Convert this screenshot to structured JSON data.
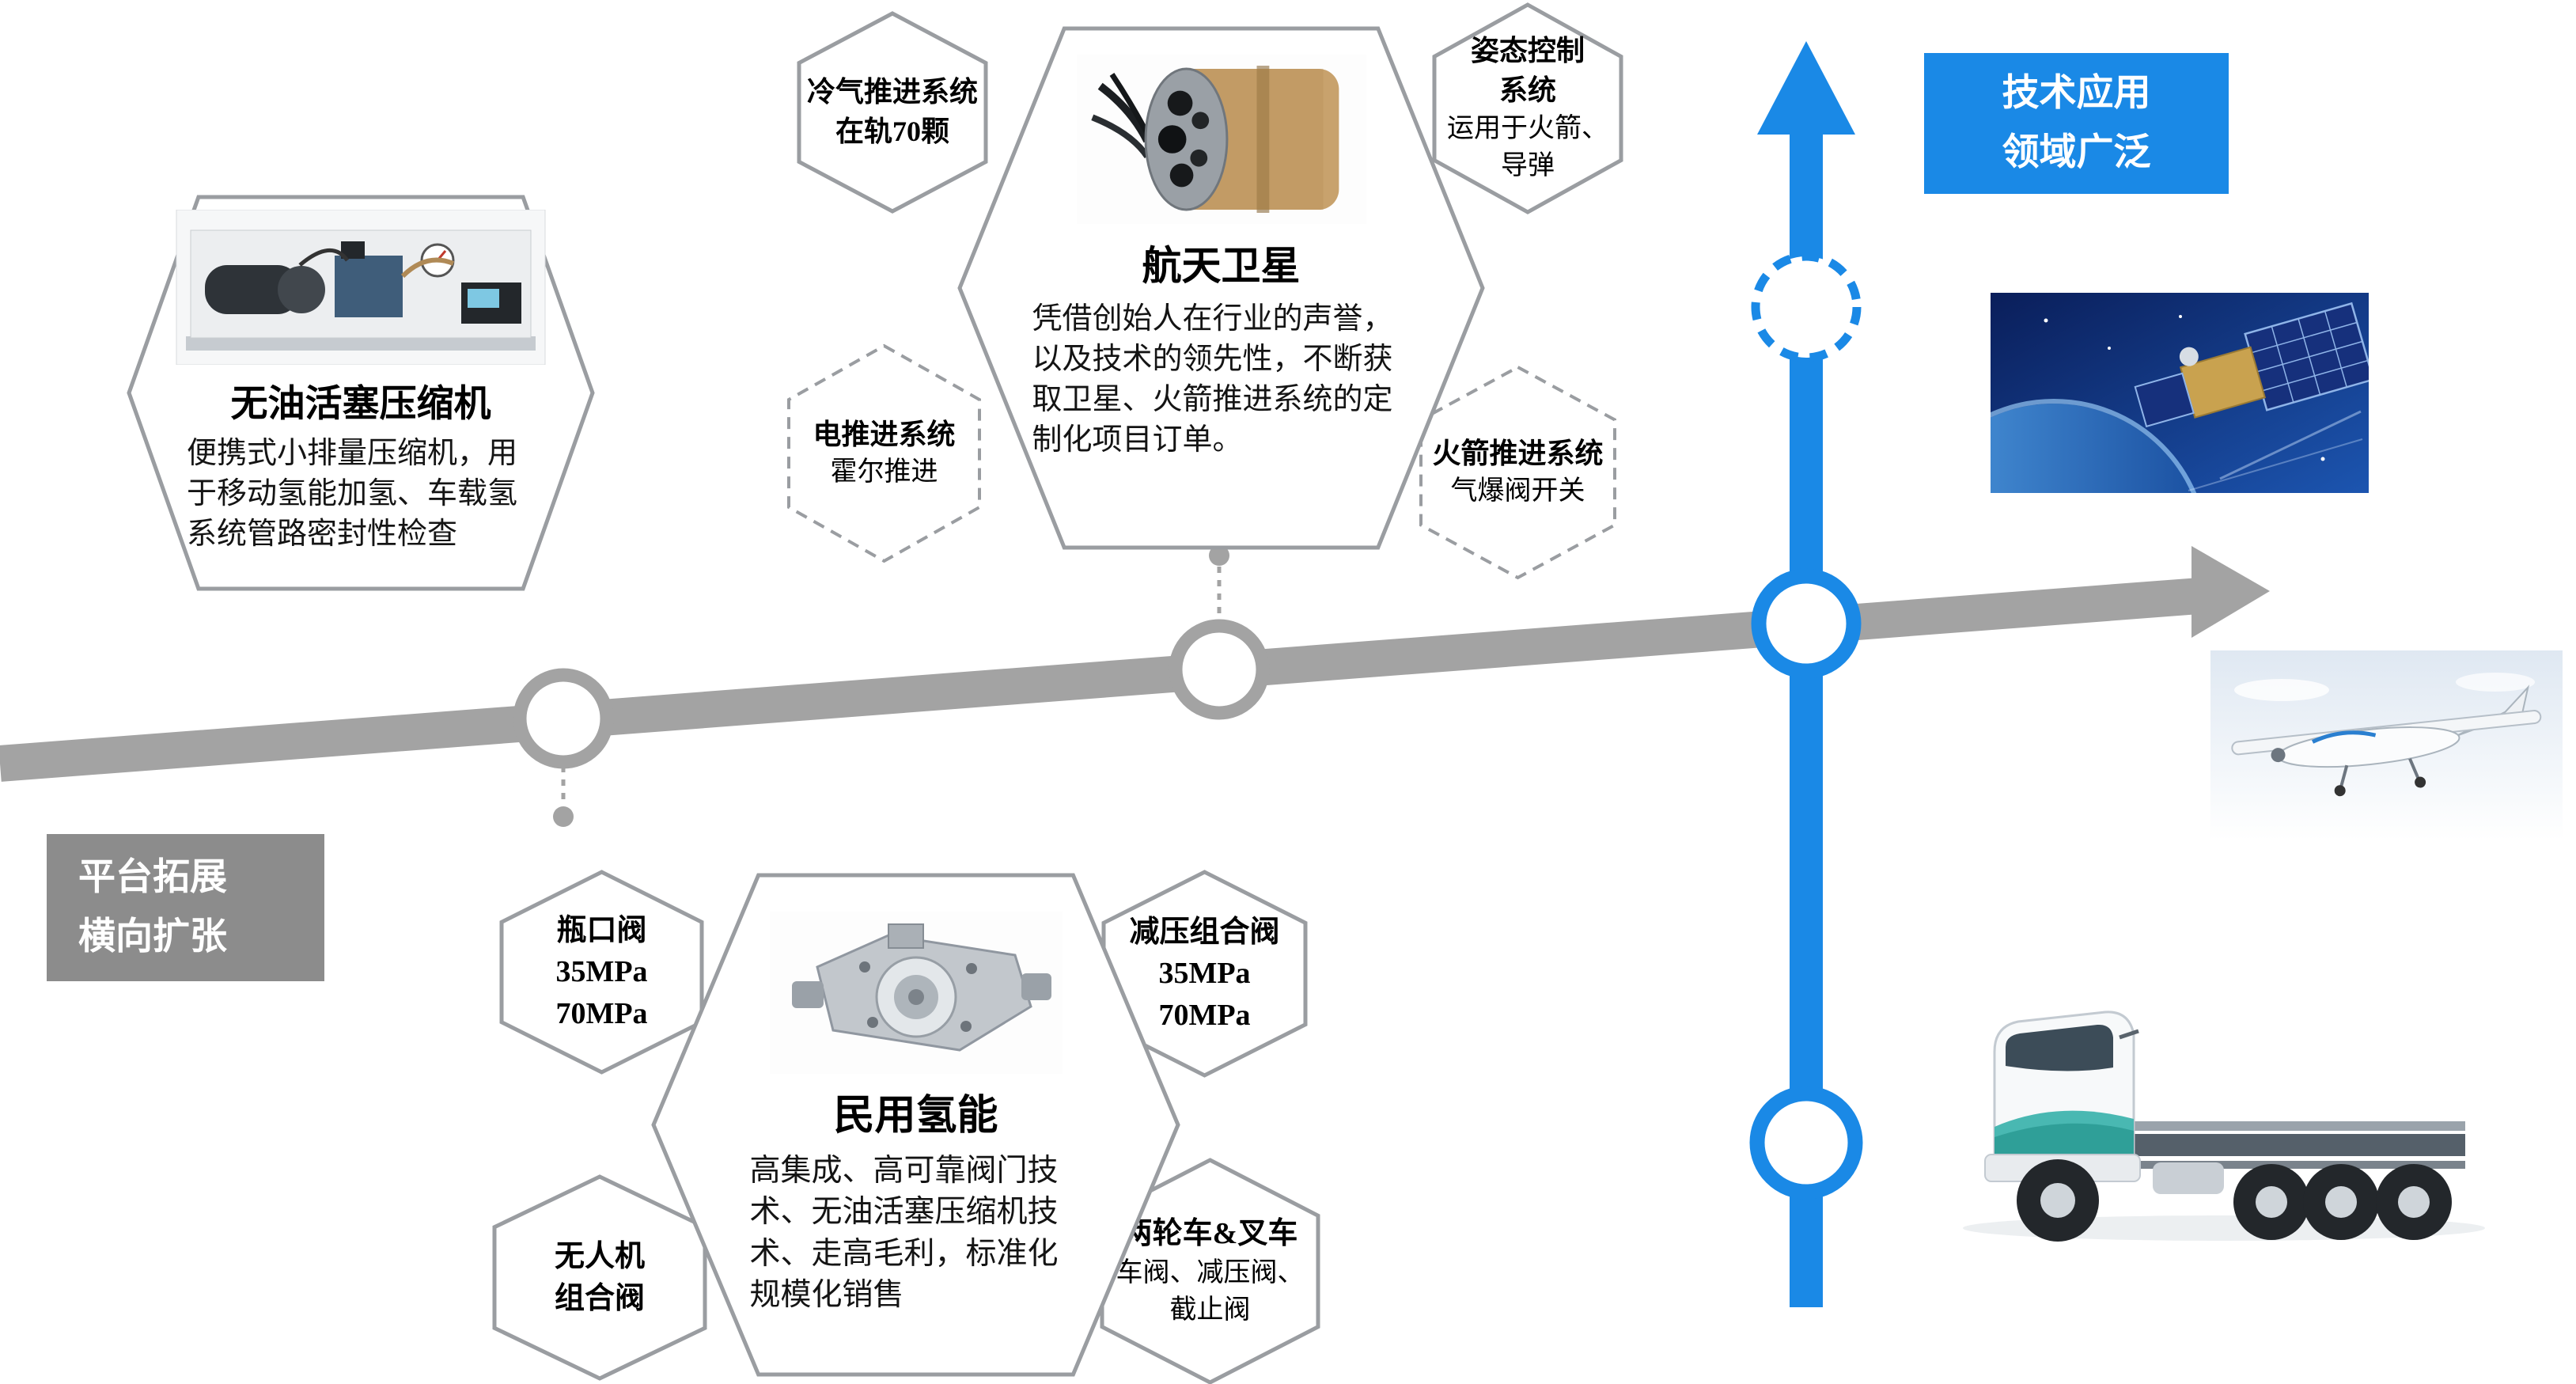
{
  "colors": {
    "blue": "#1a89e6",
    "axis_gray": "#a3a3a3",
    "box_gray": "#8c8c8c",
    "hex_border": "#9a9da1"
  },
  "labels": {
    "tech_box": {
      "line1": "技术应用",
      "line2": "领域广泛"
    },
    "platform_box": {
      "line1": "平台拓展",
      "line2": "横向扩张"
    }
  },
  "hex": {
    "compressor": {
      "title": "无油活塞压缩机",
      "desc": "便携式小排量压缩机，用于移动氢能加氢、车载氢系统管路密封性检查"
    },
    "satellite": {
      "title": "航天卫星",
      "desc": "凭借创始人在行业的声誉，以及技术的领先性，不断获取卫星、火箭推进系统的定制化项目订单。"
    },
    "civil": {
      "title": "民用氢能",
      "desc": "高集成、高可靠阀门技术、无油活塞压缩机技术、走高毛利，标准化规模化销售"
    },
    "cold_gas": {
      "line1": "冷气推进系统",
      "line2": "在轨70颗"
    },
    "attitude": {
      "line1": "姿态控制",
      "line2": "系统",
      "line3": "运用于火箭、",
      "line4": "导弹"
    },
    "electric": {
      "line1": "电推进系统",
      "line2": "霍尔推进"
    },
    "rocket": {
      "line1": "火箭推进系统",
      "line2": "气爆阀开关"
    },
    "bottle": {
      "line1": "瓶口阀",
      "line2": "35MPa",
      "line3": "70MPa"
    },
    "reducer": {
      "line1": "减压组合阀",
      "line2": "35MPa",
      "line3": "70MPa"
    },
    "drone_valve": {
      "line1": "无人机",
      "line2": "组合阀"
    },
    "two_wheeler": {
      "line1": "两轮车&叉车",
      "line2": "车阀、减压阀、",
      "line3": "截止阀"
    }
  },
  "photos": {
    "compressor": "compressor-device-photo",
    "thruster": "satellite-thruster-photo",
    "valve": "hydrogen-valve-photo",
    "satellite": "satellite-in-space-photo",
    "drone": "fixed-wing-uav-photo",
    "truck": "hydrogen-truck-photo"
  }
}
